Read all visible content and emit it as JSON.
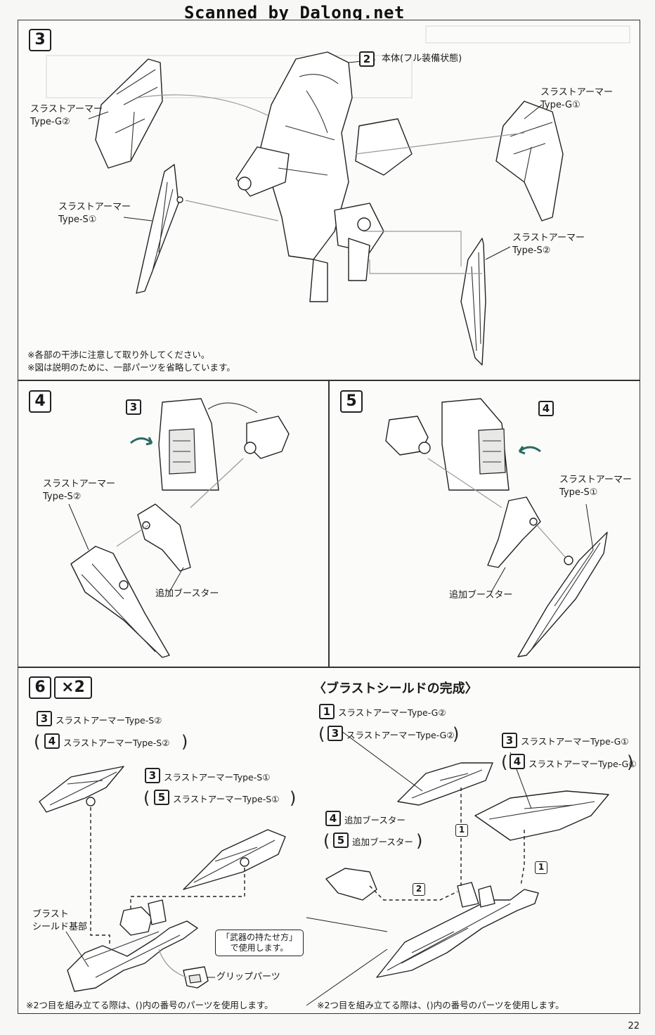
{
  "header": {
    "watermark": "Scanned by Dalong.net"
  },
  "step3": {
    "number": "3",
    "body_ref": "2",
    "body_label": "本体(フル装備状態)",
    "g2_label": [
      "スラストアーマー",
      "Type-G②"
    ],
    "s1_label": [
      "スラストアーマー",
      "Type-S①"
    ],
    "g1_label": [
      "スラストアーマー",
      "Type-G①"
    ],
    "s2_label": [
      "スラストアーマー",
      "Type-S②"
    ],
    "notes": [
      "※各部の干渉に注意して取り外してください。",
      "※図は説明のために、一部パーツを省略しています。"
    ]
  },
  "step4": {
    "number": "4",
    "ref": "3",
    "armor_label": [
      "スラストアーマー",
      "Type-S②"
    ],
    "booster_label": "追加ブースター"
  },
  "step5": {
    "number": "5",
    "ref": "4",
    "armor_label": [
      "スラストアーマー",
      "Type-S①"
    ],
    "booster_label": "追加ブースター"
  },
  "step6": {
    "number": "6",
    "multiplier": "×2",
    "items": [
      {
        "ref": "3",
        "label": "スラストアーマーType-S②"
      },
      {
        "ref": "4",
        "label": "スラストアーマーType-S②"
      },
      {
        "ref": "3",
        "label": "スラストアーマーType-S①"
      },
      {
        "ref": "5",
        "label": "スラストアーマーType-S①"
      }
    ],
    "base_label": [
      "ブラスト",
      "シールド基部"
    ],
    "callout": [
      "「武器の持たせ方」",
      "で使用します。"
    ],
    "grip_label": "グリップパーツ",
    "note": "※2つ目を組み立てる際は、()内の番号のパーツを使用します。"
  },
  "complete": {
    "heading": "〈ブラストシールドの完成〉",
    "items": [
      {
        "ref": "1",
        "label": "スラストアーマーType-G②"
      },
      {
        "ref": "3",
        "label": "スラストアーマーType-G②"
      },
      {
        "ref": "3",
        "label": "スラストアーマーType-G①"
      },
      {
        "ref": "4",
        "label": "スラストアーマーType-G①"
      },
      {
        "ref": "4",
        "label": "追加ブースター"
      },
      {
        "ref": "5",
        "label": "追加ブースター"
      }
    ],
    "seq": [
      "1",
      "1",
      "2"
    ],
    "note": "※2つ目を組み立てる際は、()内の番号のパーツを使用します。"
  },
  "footer": {
    "page": "22"
  }
}
